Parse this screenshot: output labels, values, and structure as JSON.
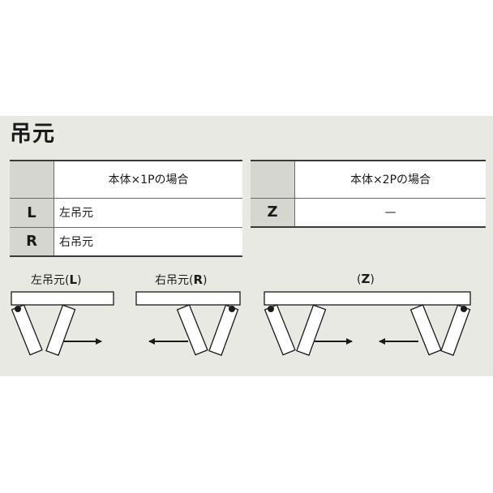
{
  "title": "吊元",
  "table1": {
    "header": "本体×1Pの場合",
    "rows": [
      {
        "code": "L",
        "value": "左吊元"
      },
      {
        "code": "R",
        "value": "右吊元"
      }
    ]
  },
  "table2": {
    "header": "本体×2Pの場合",
    "rows": [
      {
        "code": "Z",
        "value": "—"
      }
    ]
  },
  "diagrams": [
    {
      "label_pre": "左吊元(",
      "label_code": "L",
      "label_post": ")"
    },
    {
      "label_pre": "右吊元(",
      "label_code": "R",
      "label_post": ")"
    },
    {
      "label_pre": "(",
      "label_code": "Z",
      "label_post": ")"
    }
  ]
}
